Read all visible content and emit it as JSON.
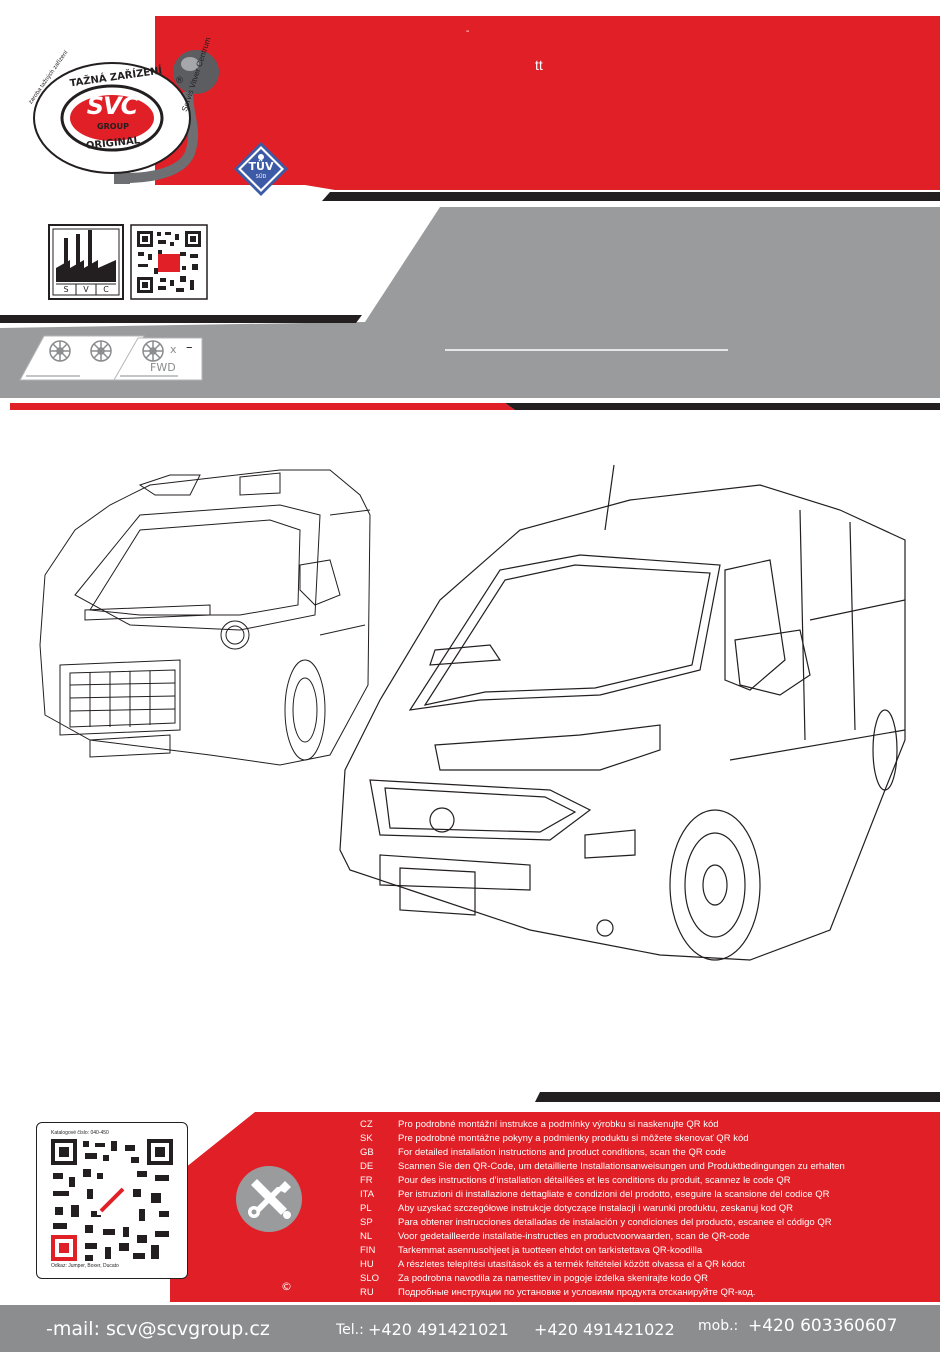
{
  "header": {
    "dot_mark": "-",
    "tt_mark": "tt"
  },
  "logo": {
    "arc_top": "TAŽNÁ ZAŘÍZENÍ",
    "brand": "SVC",
    "group": "GROUP",
    "original": "ORIGINAL",
    "side_text": "zaroba tažných zařízení",
    "servis": "Servis Vitver Centrum",
    "registered": "®"
  },
  "tuv": {
    "label": "TÜV",
    "sub": "SÜD"
  },
  "factory_badge": {
    "letters": [
      "S",
      "V",
      "C"
    ]
  },
  "wheels_box": {
    "multiplier": "x",
    "dash": "–",
    "drive": "FWD"
  },
  "instructions": {
    "rows": [
      {
        "code": "CZ",
        "text": "Pro podrobné montážní instrukce a podmínky výrobku si naskenujte QR kód"
      },
      {
        "code": "SK",
        "text": "Pre podrobné montážne pokyny a podmienky produktu si môžete skenovať QR kód"
      },
      {
        "code": "GB",
        "text": "For detailed installation instructions and product conditions, scan the QR code"
      },
      {
        "code": "DE",
        "text": "Scannen Sie den QR-Code, um detaillierte Installationsanweisungen und Produktbedingungen zu erhalten"
      },
      {
        "code": "FR",
        "text": "Pour des instructions d'installation détaillées et les conditions du produit, scannez le code QR"
      },
      {
        "code": "ITA",
        "text": "Per istruzioni di installazione dettagliate e condizioni del prodotto, eseguire la scansione del codice QR"
      },
      {
        "code": "PL",
        "text": "Aby uzyskać szczegółowe instrukcje dotyczące instalacji i warunki produktu, zeskanuj kod QR"
      },
      {
        "code": "SP",
        "text": "Para obtener instrucciones detalladas de instalación y condiciones del producto, escanee el código QR"
      },
      {
        "code": "NL",
        "text": "Voor gedetailleerde installatie-instructies en productvoorwaarden, scan de QR-code"
      },
      {
        "code": "FIN",
        "text": "Tarkemmat asennusohjeet ja tuotteen ehdot on tarkistettava QR-koodilla"
      },
      {
        "code": "HU",
        "text": "A részletes telepítési utasítások és a termék feltételei között olvassa el a QR kódot"
      },
      {
        "code": "SLO",
        "text": "Za podrobna navodila za namestitev in pogoje izdelka skenirajte kodo QR"
      },
      {
        "code": "RU",
        "text": "Подробные инструкции по установке и условиям продукта отсканируйте QR-код."
      }
    ]
  },
  "qr_card": {
    "top_label": "Katalogové číslo: 040-450",
    "bottom_label": "Odkaz: Jumper, Boxer, Ducato"
  },
  "copyright": "©",
  "footer": {
    "email": "-mail: scv@scvgroup.cz",
    "tel_label": "Tel.:",
    "tel1": "+420 491421021",
    "tel2": "+420 491421022",
    "mob_label": "mob.:",
    "mob": "+420 603360607"
  },
  "colors": {
    "brand_red": "#e11f26",
    "panel_grey": "#9a9b9d",
    "dark": "#231f20",
    "footer_grey": "#8c8d8f"
  }
}
